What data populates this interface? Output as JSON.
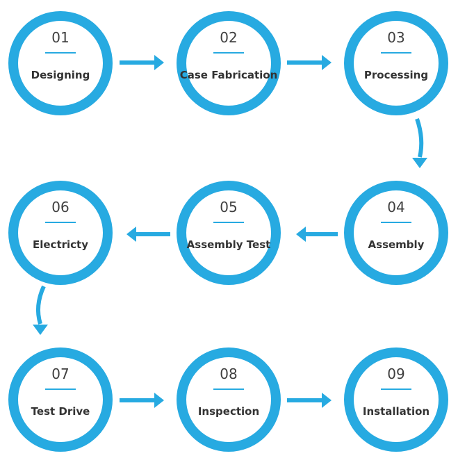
{
  "theme": {
    "ring_color": "#27aae1",
    "arrow_color": "#27aae1",
    "text_color": "#333333",
    "underline_color": "#27aae1",
    "background": "#ffffff"
  },
  "steps": [
    {
      "number": "01",
      "label": "Designing"
    },
    {
      "number": "02",
      "label": "Case Fabrication"
    },
    {
      "number": "03",
      "label": "Processing"
    },
    {
      "number": "04",
      "label": "Assembly"
    },
    {
      "number": "05",
      "label": "Assembly Test"
    },
    {
      "number": "06",
      "label": "Electricty"
    },
    {
      "number": "07",
      "label": "Test Drive"
    },
    {
      "number": "08",
      "label": "Inspection"
    },
    {
      "number": "09",
      "label": "Installation"
    }
  ],
  "arrows": [
    {
      "from": "01",
      "to": "02",
      "direction": "right"
    },
    {
      "from": "02",
      "to": "03",
      "direction": "right"
    },
    {
      "from": "03",
      "to": "04",
      "direction": "down-curve"
    },
    {
      "from": "04",
      "to": "05",
      "direction": "left"
    },
    {
      "from": "05",
      "to": "06",
      "direction": "left"
    },
    {
      "from": "06",
      "to": "07",
      "direction": "down-curve"
    },
    {
      "from": "07",
      "to": "08",
      "direction": "right"
    },
    {
      "from": "08",
      "to": "09",
      "direction": "right"
    }
  ]
}
